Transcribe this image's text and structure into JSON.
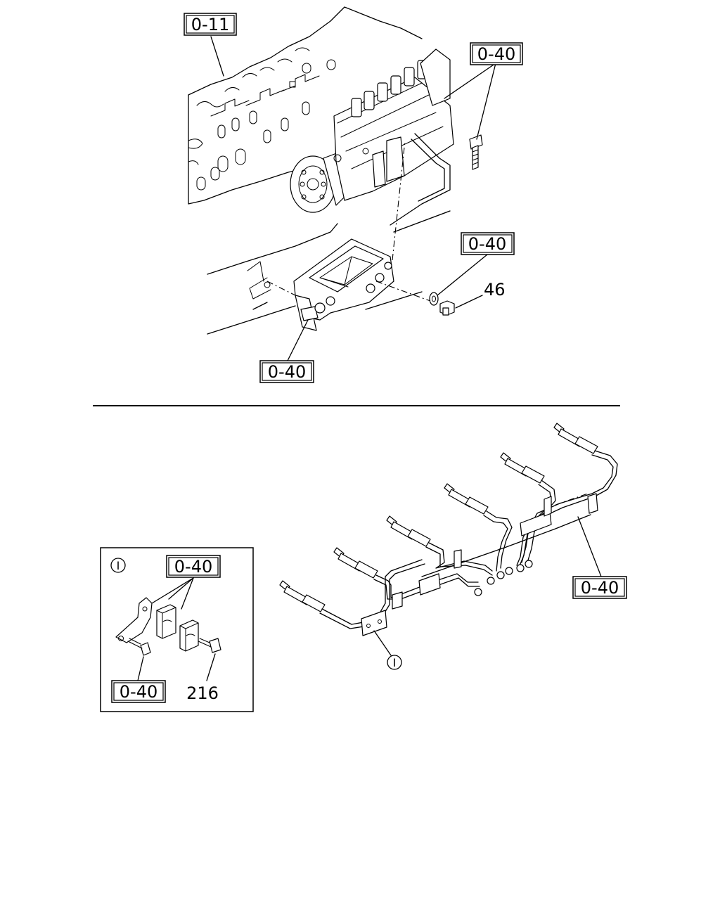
{
  "top_view": {
    "callout_cylinder_block": "0-11",
    "callout_pump_bolt": "0-40",
    "callout_washer": "0-40",
    "callout_bracket": "0-40",
    "part_number_plug": "46"
  },
  "bottom_view": {
    "callout_pipe_assembly": "0-40",
    "detail_marker": "I"
  },
  "detail_inset": {
    "marker": "I",
    "callout_clamp": "0-40",
    "callout_bolt": "0-40",
    "part_number_bolt": "216"
  },
  "colors": {
    "line": "#000000",
    "background": "#ffffff"
  }
}
